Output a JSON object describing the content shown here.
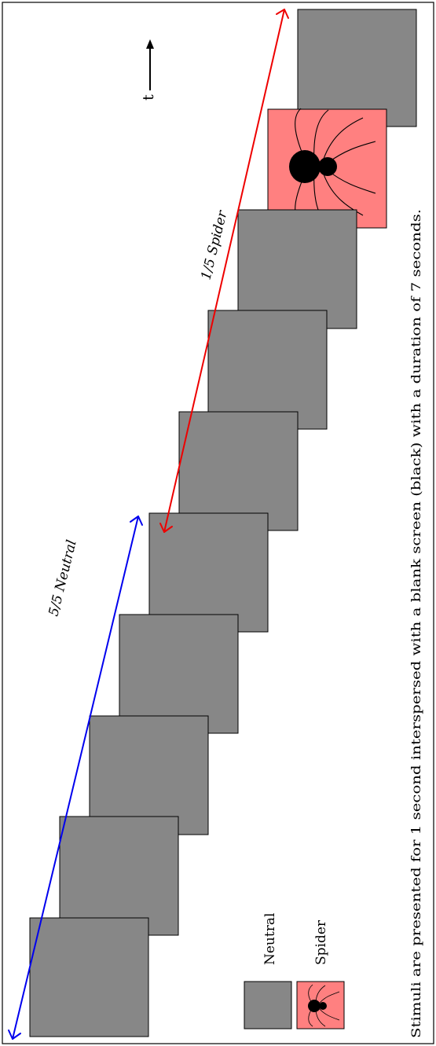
{
  "caption": "Stimuli are presented for 1 second interspersed with a blank screen (black) with a duration of 7 seconds.",
  "time_label": "t",
  "annotations": {
    "neutral": "5/5 Neutral",
    "spider": "1/5 Spider"
  },
  "legend": {
    "neutral": "Neutral",
    "spider": "Spider"
  },
  "sequence": [
    "neutral",
    "neutral",
    "neutral",
    "neutral",
    "neutral",
    "neutral",
    "neutral",
    "neutral",
    "spider",
    "neutral"
  ],
  "colors": {
    "neutral": "#878787",
    "spider": "#ff8080",
    "neutral_arrow": "#0000ee",
    "spider_arrow": "#ee0000"
  },
  "icons": [
    "spider-icon",
    "time-arrow-icon"
  ]
}
